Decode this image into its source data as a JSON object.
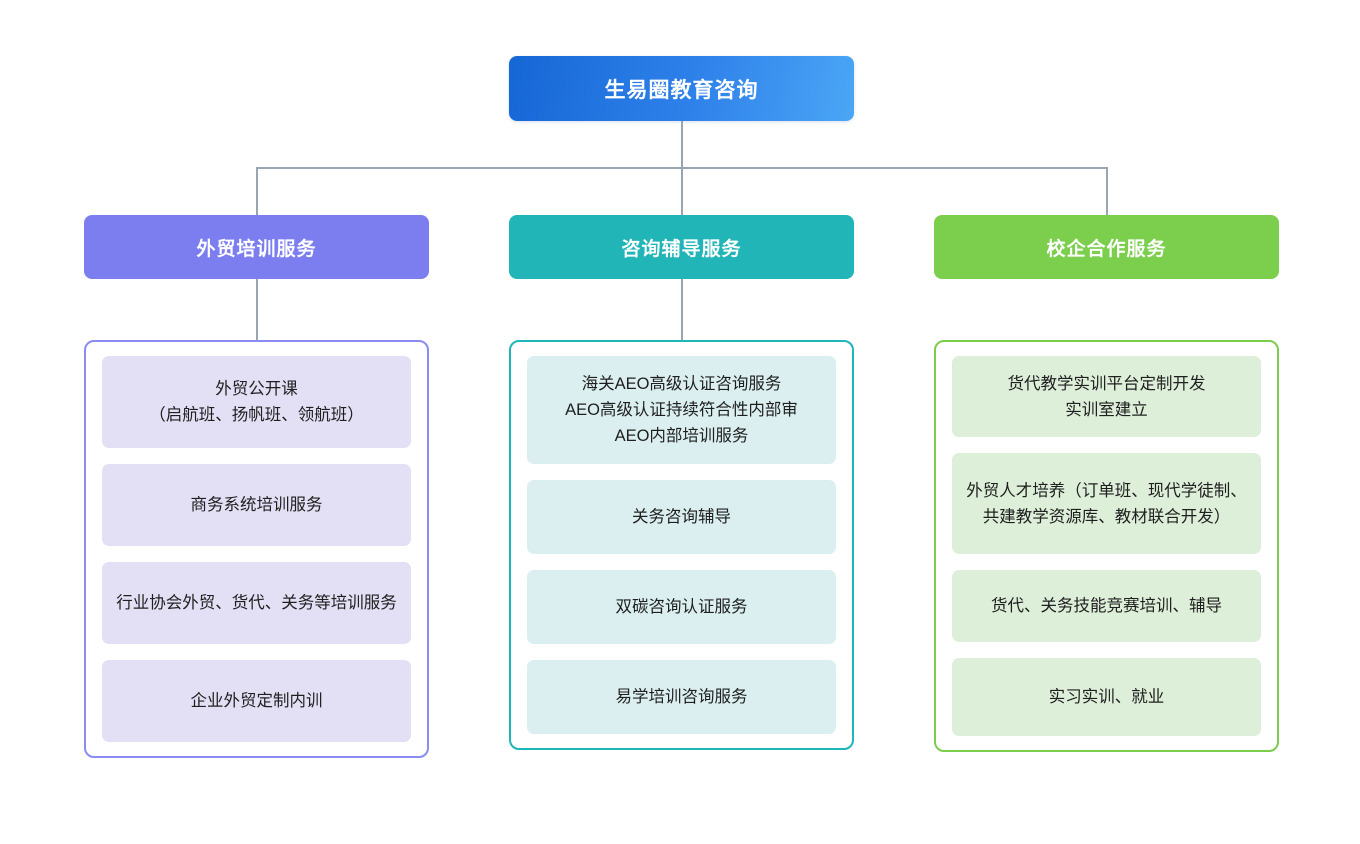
{
  "root": {
    "label": "生易圈教育咨询",
    "color": "#2f82ea"
  },
  "branches": [
    {
      "header": "外贸培训服务",
      "color": "#7c7ef0",
      "card_color": "#e3dff4",
      "items": [
        "外贸公开课\n（启航班、扬帆班、领航班）",
        "商务系统培训服务",
        "行业协会外贸、货代、关务等培训服务",
        "企业外贸定制内训"
      ]
    },
    {
      "header": "咨询辅导服务",
      "color": "#21b5b8",
      "card_color": "#dbeff0",
      "items": [
        "海关AEO高级认证咨询服务\nAEO高级认证持续符合性内部审\nAEO内部培训服务",
        "关务咨询辅导",
        "双碳咨询认证服务",
        "易学培训咨询服务"
      ]
    },
    {
      "header": "校企合作服务",
      "color": "#7bcf4c",
      "card_color": "#ddefd9",
      "items": [
        "货代教学实训平台定制开发\n实训室建立",
        "外贸人才培养（订单班、现代学徒制、共建教学资源库、教材联合开发）",
        "货代、关务技能竞赛培训、辅导",
        "实习实训、就业"
      ]
    }
  ],
  "connector": {
    "color": "#9aa5b4"
  }
}
